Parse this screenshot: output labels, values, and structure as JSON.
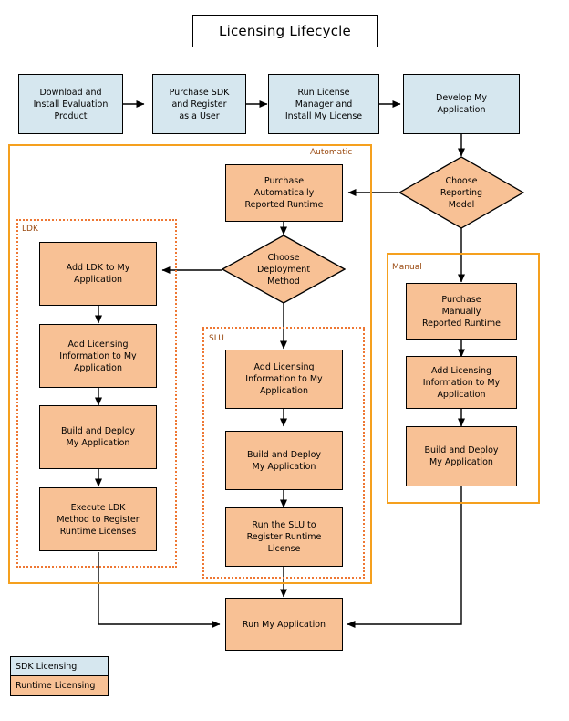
{
  "diagram": {
    "title": "Licensing Lifecycle",
    "colors": {
      "sdk_licensing": "#d6e7ef",
      "runtime_licensing": "#f8c195",
      "group_solid_border": "#f5a01e",
      "group_dotted_border": "#ee7733",
      "group_label_text": "#9a4a11",
      "node_border": "#000000",
      "connector": "#000000",
      "background": "#ffffff"
    }
  },
  "sdk_flow": [
    {
      "id": "download",
      "label": "Download and\nInstall Evaluation\nProduct"
    },
    {
      "id": "purchase-sdk",
      "label": "Purchase SDK\nand Register\nas a User"
    },
    {
      "id": "run-license-manager",
      "label": "Run License\nManager and\nInstall My License"
    },
    {
      "id": "develop-app",
      "label": "Develop My\nApplication"
    }
  ],
  "decisions": [
    {
      "id": "choose-reporting-model",
      "label": "Choose\nReporting\nModel"
    },
    {
      "id": "choose-deployment-method",
      "label": "Choose\nDeployment\nMethod"
    }
  ],
  "groups": {
    "automatic": {
      "label": "Automatic"
    },
    "manual": {
      "label": "Manual"
    },
    "ldk": {
      "label": "LDK"
    },
    "slu": {
      "label": "SLU"
    }
  },
  "automatic_branch": {
    "purchase": {
      "id": "purchase-automatic-runtime",
      "label": "Purchase\nAutomatically\nReported Runtime"
    },
    "ldk_steps": [
      {
        "id": "add-ldk",
        "label": "Add LDK to My\nApplication"
      },
      {
        "id": "ldk-add-licensing-info",
        "label": "Add Licensing\nInformation to My\nApplication"
      },
      {
        "id": "ldk-build-deploy",
        "label": "Build and Deploy\nMy Application"
      },
      {
        "id": "ldk-execute-method",
        "label": "Execute LDK\nMethod to Register\nRuntime Licenses"
      }
    ],
    "slu_steps": [
      {
        "id": "slu-add-licensing-info",
        "label": "Add Licensing\nInformation to My\nApplication"
      },
      {
        "id": "slu-build-deploy",
        "label": "Build and Deploy\nMy Application"
      },
      {
        "id": "slu-run-register",
        "label": "Run the SLU to\nRegister Runtime\nLicense"
      }
    ]
  },
  "manual_branch": {
    "steps": [
      {
        "id": "purchase-manual-runtime",
        "label": "Purchase\nManually\nReported Runtime"
      },
      {
        "id": "manual-add-licensing-info",
        "label": "Add Licensing\nInformation to My\nApplication"
      },
      {
        "id": "manual-build-deploy",
        "label": "Build and Deploy\nMy Application"
      }
    ]
  },
  "terminal": {
    "id": "run-my-application",
    "label": "Run My Application"
  },
  "legend": [
    {
      "id": "legend-sdk",
      "label": "SDK Licensing",
      "color": "#d6e7ef"
    },
    {
      "id": "legend-runtime",
      "label": "Runtime Licensing",
      "color": "#f8c195"
    }
  ],
  "chart_data": {
    "type": "diagram",
    "title": "Licensing Lifecycle",
    "nodes": [
      {
        "id": "download",
        "text": "Download and Install Evaluation Product",
        "shape": "rect",
        "fill": "#d6e7ef"
      },
      {
        "id": "purchase-sdk",
        "text": "Purchase SDK and Register as a User",
        "shape": "rect",
        "fill": "#d6e7ef"
      },
      {
        "id": "run-license-manager",
        "text": "Run License Manager and Install My License",
        "shape": "rect",
        "fill": "#d6e7ef"
      },
      {
        "id": "develop-app",
        "text": "Develop My Application",
        "shape": "rect",
        "fill": "#d6e7ef"
      },
      {
        "id": "choose-reporting-model",
        "text": "Choose Reporting Model",
        "shape": "diamond",
        "fill": "#f8c195"
      },
      {
        "id": "purchase-automatic-runtime",
        "text": "Purchase Automatically Reported Runtime",
        "shape": "rect",
        "fill": "#f8c195"
      },
      {
        "id": "choose-deployment-method",
        "text": "Choose Deployment Method",
        "shape": "diamond",
        "fill": "#f8c195"
      },
      {
        "id": "add-ldk",
        "text": "Add LDK to My Application",
        "shape": "rect",
        "fill": "#f8c195"
      },
      {
        "id": "ldk-add-licensing-info",
        "text": "Add Licensing Information to My Application",
        "shape": "rect",
        "fill": "#f8c195"
      },
      {
        "id": "ldk-build-deploy",
        "text": "Build and Deploy My Application",
        "shape": "rect",
        "fill": "#f8c195"
      },
      {
        "id": "ldk-execute-method",
        "text": "Execute LDK Method to Register Runtime Licenses",
        "shape": "rect",
        "fill": "#f8c195"
      },
      {
        "id": "slu-add-licensing-info",
        "text": "Add Licensing Information to My Application",
        "shape": "rect",
        "fill": "#f8c195"
      },
      {
        "id": "slu-build-deploy",
        "text": "Build and Deploy My Application",
        "shape": "rect",
        "fill": "#f8c195"
      },
      {
        "id": "slu-run-register",
        "text": "Run the SLU to Register Runtime License",
        "shape": "rect",
        "fill": "#f8c195"
      },
      {
        "id": "purchase-manual-runtime",
        "text": "Purchase Manually Reported Runtime",
        "shape": "rect",
        "fill": "#f8c195"
      },
      {
        "id": "manual-add-licensing-info",
        "text": "Add Licensing Information to My Application",
        "shape": "rect",
        "fill": "#f8c195"
      },
      {
        "id": "manual-build-deploy",
        "text": "Build and Deploy My Application",
        "shape": "rect",
        "fill": "#f8c195"
      },
      {
        "id": "run-my-application",
        "text": "Run My Application",
        "shape": "rect",
        "fill": "#f8c195"
      }
    ],
    "edges": [
      {
        "from": "download",
        "to": "purchase-sdk"
      },
      {
        "from": "purchase-sdk",
        "to": "run-license-manager"
      },
      {
        "from": "run-license-manager",
        "to": "develop-app"
      },
      {
        "from": "develop-app",
        "to": "choose-reporting-model"
      },
      {
        "from": "choose-reporting-model",
        "to": "purchase-automatic-runtime"
      },
      {
        "from": "choose-reporting-model",
        "to": "purchase-manual-runtime"
      },
      {
        "from": "purchase-automatic-runtime",
        "to": "choose-deployment-method"
      },
      {
        "from": "choose-deployment-method",
        "to": "add-ldk"
      },
      {
        "from": "choose-deployment-method",
        "to": "slu-add-licensing-info"
      },
      {
        "from": "add-ldk",
        "to": "ldk-add-licensing-info"
      },
      {
        "from": "ldk-add-licensing-info",
        "to": "ldk-build-deploy"
      },
      {
        "from": "ldk-build-deploy",
        "to": "ldk-execute-method"
      },
      {
        "from": "ldk-execute-method",
        "to": "run-my-application"
      },
      {
        "from": "slu-add-licensing-info",
        "to": "slu-build-deploy"
      },
      {
        "from": "slu-build-deploy",
        "to": "slu-run-register"
      },
      {
        "from": "slu-run-register",
        "to": "run-my-application"
      },
      {
        "from": "purchase-manual-runtime",
        "to": "manual-add-licensing-info"
      },
      {
        "from": "manual-add-licensing-info",
        "to": "manual-build-deploy"
      },
      {
        "from": "manual-build-deploy",
        "to": "run-my-application"
      }
    ],
    "groups": [
      {
        "id": "automatic",
        "label": "Automatic",
        "style": "solid",
        "contains": [
          "purchase-automatic-runtime",
          "choose-deployment-method",
          "ldk",
          "slu"
        ]
      },
      {
        "id": "ldk",
        "label": "LDK",
        "style": "dotted",
        "contains": [
          "add-ldk",
          "ldk-add-licensing-info",
          "ldk-build-deploy",
          "ldk-execute-method"
        ]
      },
      {
        "id": "slu",
        "label": "SLU",
        "style": "dotted",
        "contains": [
          "slu-add-licensing-info",
          "slu-build-deploy",
          "slu-run-register"
        ]
      },
      {
        "id": "manual",
        "label": "Manual",
        "style": "solid",
        "contains": [
          "purchase-manual-runtime",
          "manual-add-licensing-info",
          "manual-build-deploy"
        ]
      }
    ],
    "legend": [
      {
        "label": "SDK Licensing",
        "color": "#d6e7ef"
      },
      {
        "label": "Runtime Licensing",
        "color": "#f8c195"
      }
    ]
  }
}
